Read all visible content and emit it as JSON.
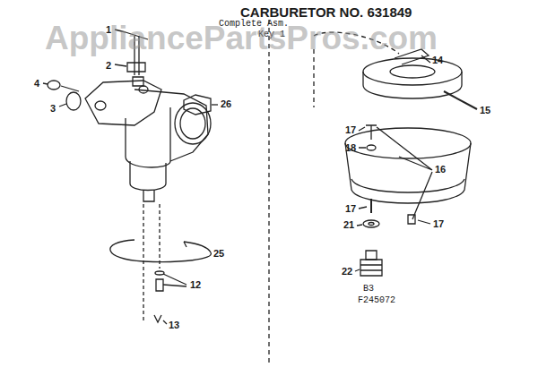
{
  "diagram": {
    "title": "CARBURETOR NO. 631849",
    "labels": [
      "Complete Asm.",
      "Key 1",
      "AppliancePartsPros.com",
      "1",
      "2",
      "4",
      "3",
      "26",
      "25",
      "12",
      "13",
      "14",
      "15",
      "17",
      "18",
      "16",
      "17",
      "21",
      "17",
      "22",
      "B3",
      "F245072"
    ]
  }
}
